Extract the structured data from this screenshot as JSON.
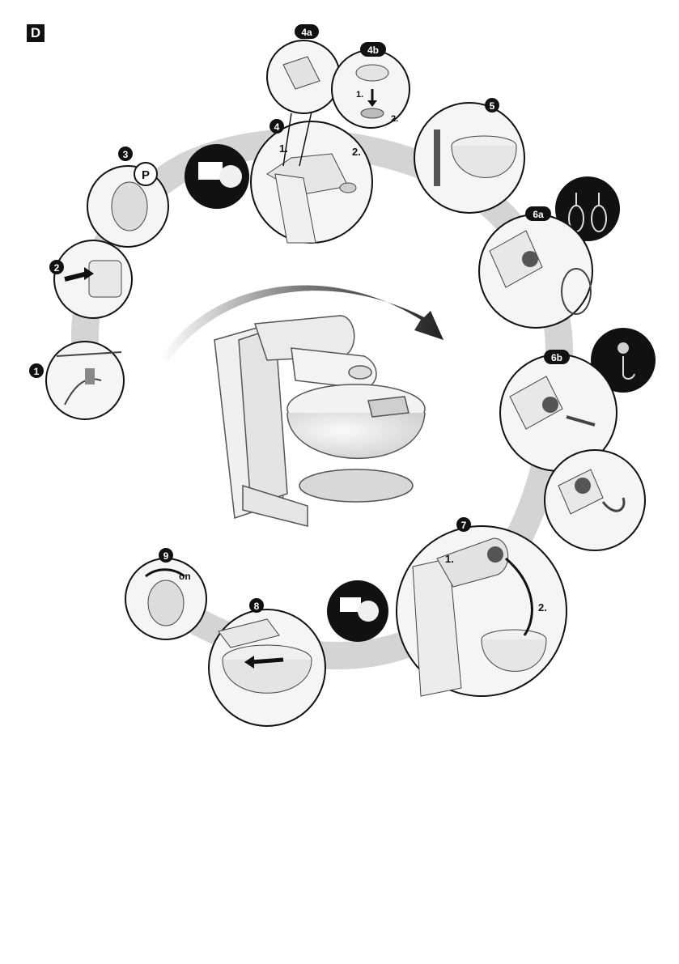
{
  "section": {
    "label": "D"
  },
  "steps": [
    {
      "label": "1"
    },
    {
      "label": "2"
    },
    {
      "label": "3",
      "marker": "P"
    },
    {
      "label": "4",
      "sub1": "1.",
      "sub2": "2."
    },
    {
      "label": "4a"
    },
    {
      "label": "4b",
      "sub1": "1.",
      "sub2": "2."
    },
    {
      "label": "5"
    },
    {
      "label": "6a"
    },
    {
      "label": "6b"
    },
    {
      "label": "7",
      "sub1": "1.",
      "sub2": "2."
    },
    {
      "label": "8"
    },
    {
      "label": "9",
      "dial_text": "on"
    }
  ],
  "colors": {
    "ink": "#111111",
    "path": "#d4d4d4",
    "fill": "#eeeeee",
    "shade": "#bdbdbd"
  }
}
